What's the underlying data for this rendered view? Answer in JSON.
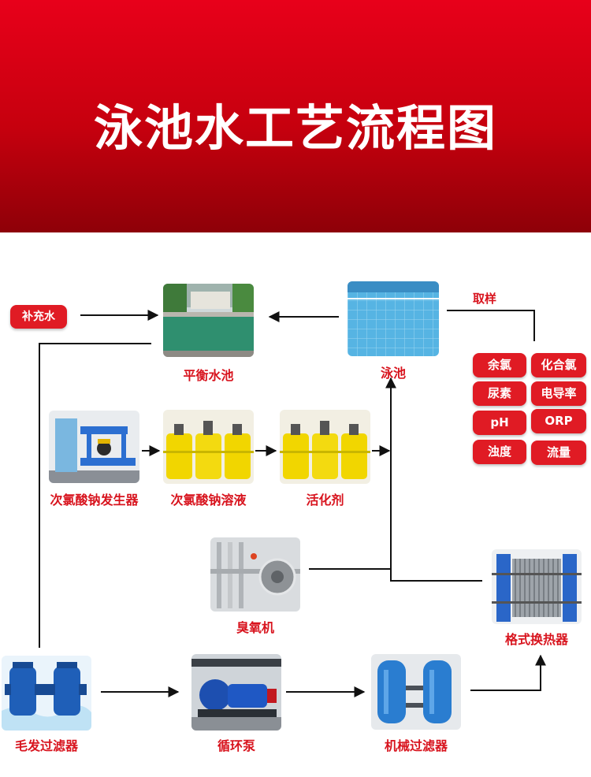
{
  "title": "泳池水工艺流程图",
  "makeup_water": "补充水",
  "sampling": "取样",
  "nodes": {
    "balance_tank": "平衡水池",
    "pool": "泳池",
    "hypochlorite_generator": "次氯酸钠发生器",
    "hypochlorite_solution": "次氯酸钠溶液",
    "activator": "活化剂",
    "ozone_generator": "臭氧机",
    "plate_heat_exchanger": "格式换热器",
    "hair_filter": "毛发过滤器",
    "circulation_pump": "循环泵",
    "mechanical_filter": "机械过滤器"
  },
  "params": [
    "余氯",
    "化合氯",
    "尿素",
    "电导率",
    "pH",
    "ORP",
    "浊度",
    "流量"
  ],
  "colors": {
    "accent": "#e01b24",
    "header": "#c6000e",
    "line": "#111111"
  }
}
